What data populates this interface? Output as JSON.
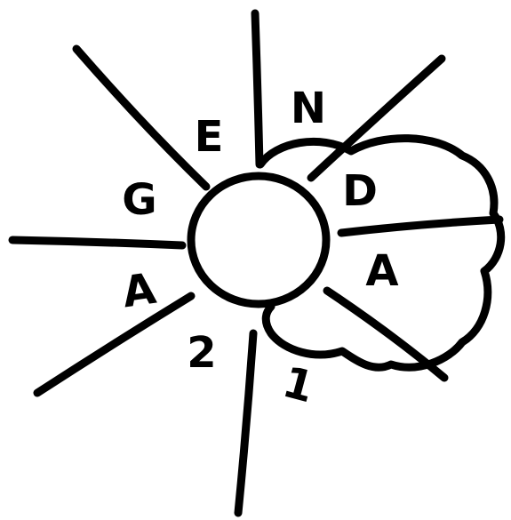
{
  "labels": {
    "n": "N",
    "e": "E",
    "g": "G",
    "a_left": "A",
    "two": "2",
    "one": "1",
    "a_right": "A",
    "d": "D"
  },
  "colors": {
    "ink": "#000000",
    "paper": "#ffffff"
  }
}
